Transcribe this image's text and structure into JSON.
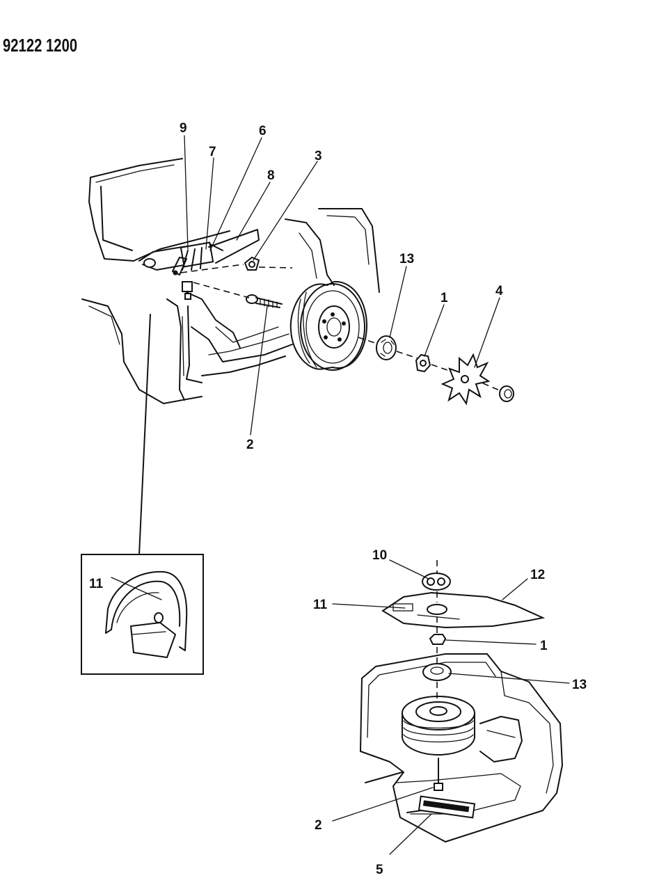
{
  "document_number": "92122 1200",
  "callouts": {
    "c9": "9",
    "c7": "7",
    "c6": "6",
    "c8": "8",
    "c3": "3",
    "c13": "13",
    "c1": "1",
    "c4": "4",
    "c2": "2",
    "inset_c11": "11",
    "b_c10": "10",
    "b_c12": "12",
    "b_c11": "11",
    "b_c1": "1",
    "b_c13": "13",
    "b_c2": "2",
    "b_c5": "5"
  }
}
